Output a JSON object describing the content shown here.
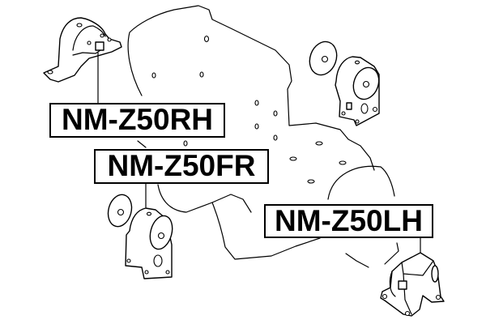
{
  "diagram": {
    "type": "engine-mount-parts-diagram",
    "labels": [
      {
        "id": "rh",
        "text": "NM-Z50RH"
      },
      {
        "id": "fr",
        "text": "NM-Z50FR"
      },
      {
        "id": "lh",
        "text": "NM-Z50LH"
      }
    ],
    "colors": {
      "line": "#000000",
      "background": "#ffffff"
    }
  }
}
